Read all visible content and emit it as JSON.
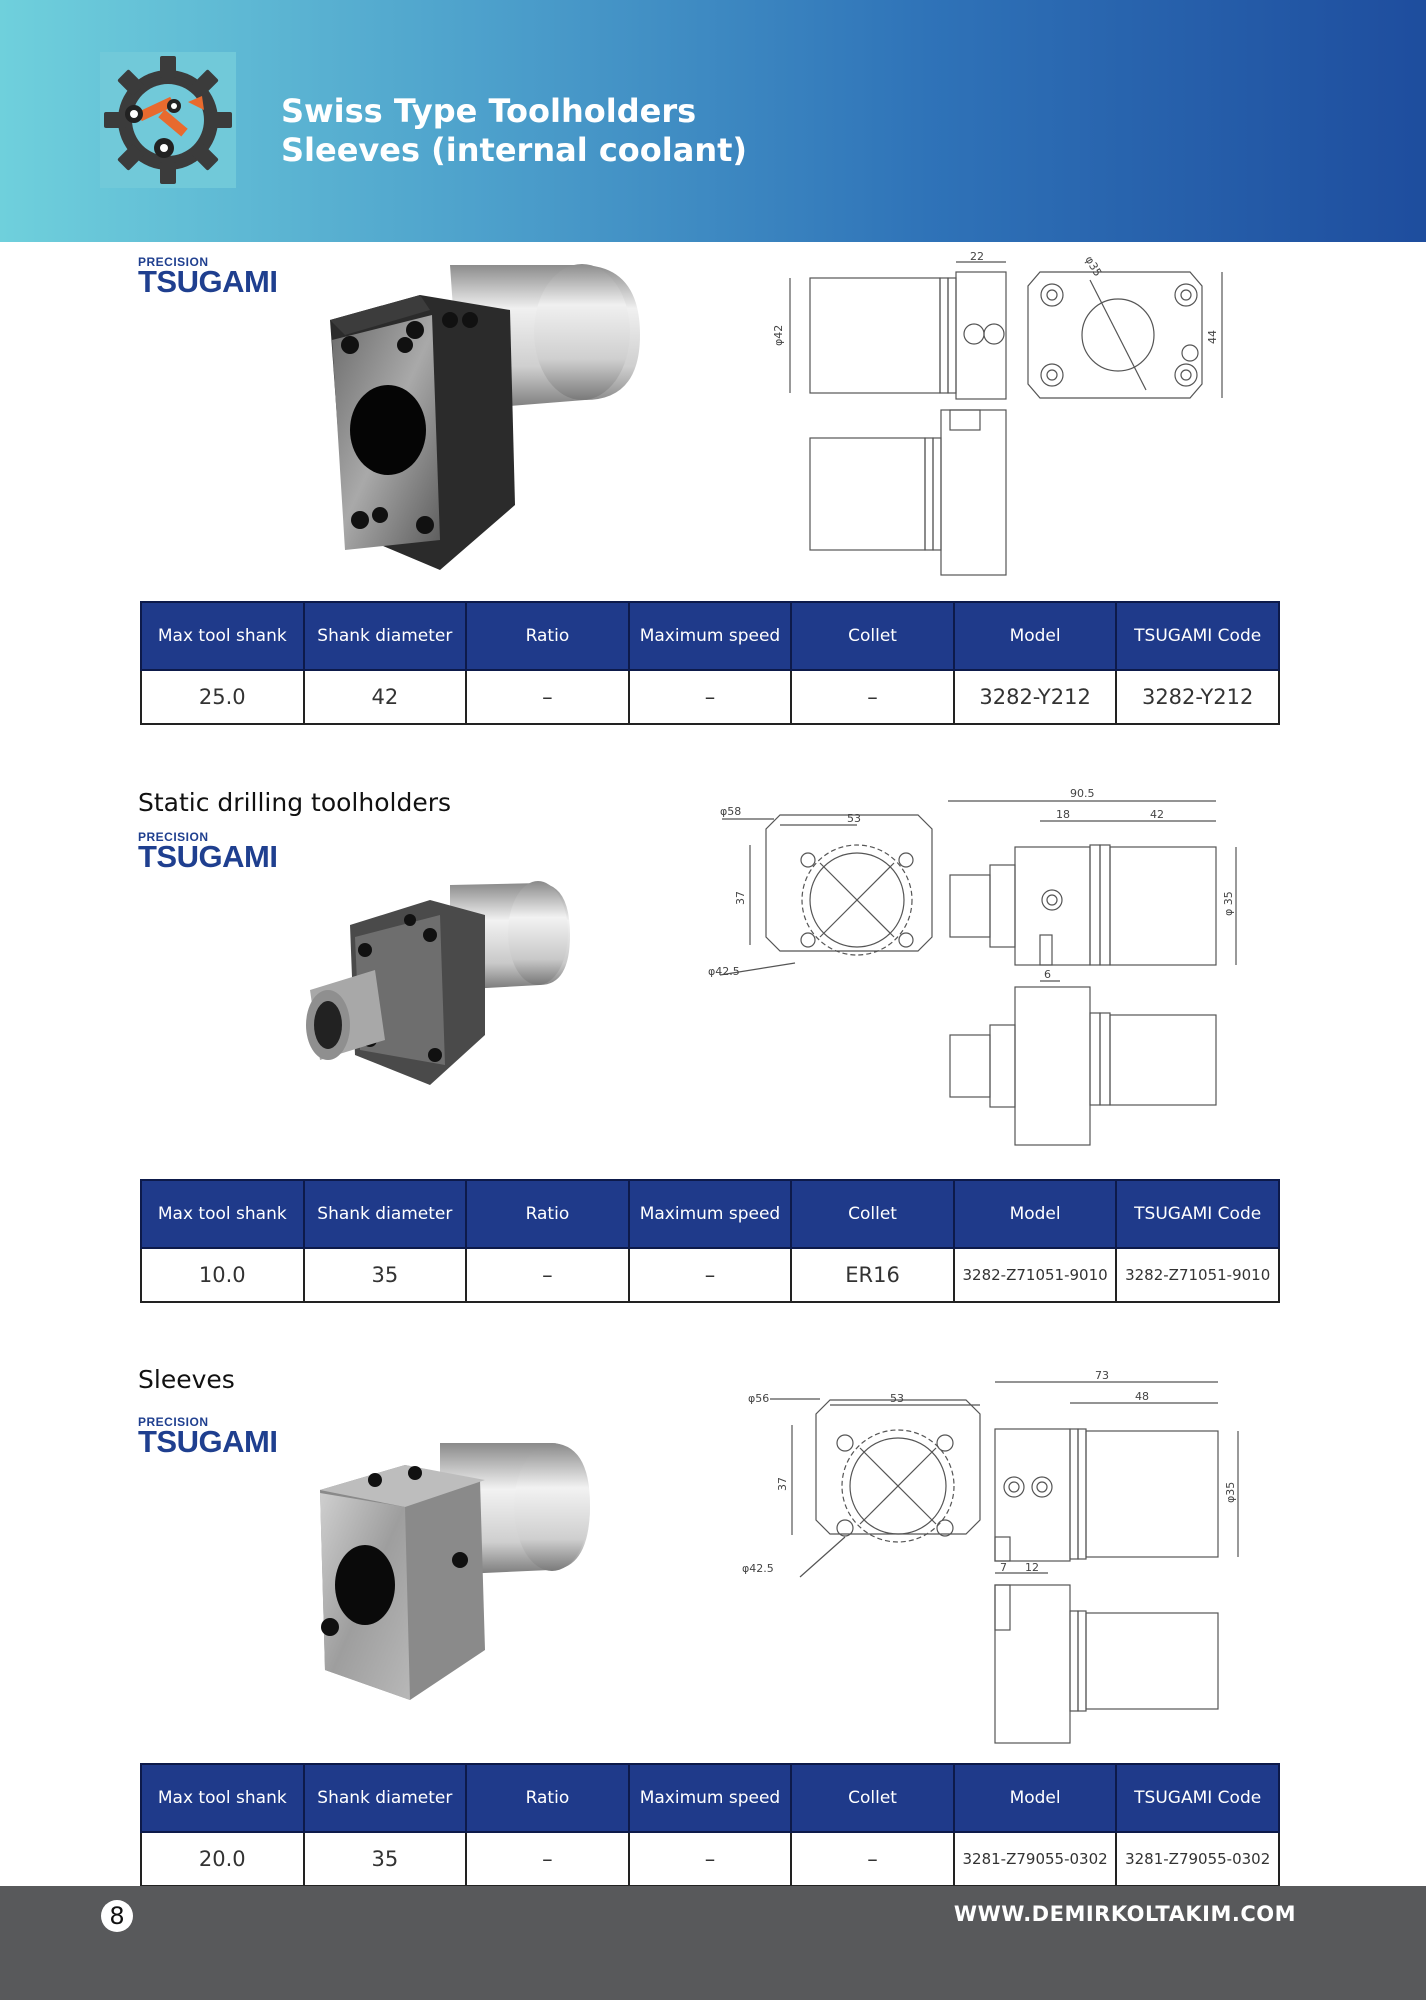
{
  "header": {
    "title_line1": "Swiss Type Toolholders",
    "title_line2": "Sleeves (internal coolant)",
    "logo_icon": "gear-robot-arm-icon"
  },
  "brand": {
    "small": "PRECISION",
    "big": "TSUGAMI"
  },
  "table_headers": [
    "Max tool shank",
    "Shank diameter",
    "Ratio",
    "Maximum speed",
    "Collet",
    "Model",
    "TSUGAMI Code"
  ],
  "sections": [
    {
      "title": "",
      "dims": {
        "d1": "22",
        "d2": "φ35",
        "d3": "φ42",
        "d4": "44"
      },
      "row": [
        "25.0",
        "42",
        "–",
        "–",
        "–",
        "3282-Y212",
        "3282-Y212"
      ]
    },
    {
      "title": "Static drilling toolholders",
      "dims": {
        "d1": "φ58",
        "d2": "53",
        "d3": "37",
        "d4": "φ42.5",
        "d5": "90.5",
        "d6": "18",
        "d7": "42",
        "d8": "φ 35",
        "d9": "6"
      },
      "row": [
        "10.0",
        "35",
        "–",
        "–",
        "ER16",
        "3282-Z71051-9010",
        "3282-Z71051-9010"
      ]
    },
    {
      "title": "Sleeves",
      "dims": {
        "d1": "φ56",
        "d2": "53",
        "d3": "37",
        "d4": "φ42.5",
        "d5": "73",
        "d6": "48",
        "d7": "φ35",
        "d8": "7",
        "d9": "12"
      },
      "row": [
        "20.0",
        "35",
        "–",
        "–",
        "–",
        "3281-Z79055-0302",
        "3281-Z79055-0302"
      ]
    }
  ],
  "footer": {
    "page": "8",
    "website": "WWW.DEMIRKOLTAKIM.COM"
  }
}
